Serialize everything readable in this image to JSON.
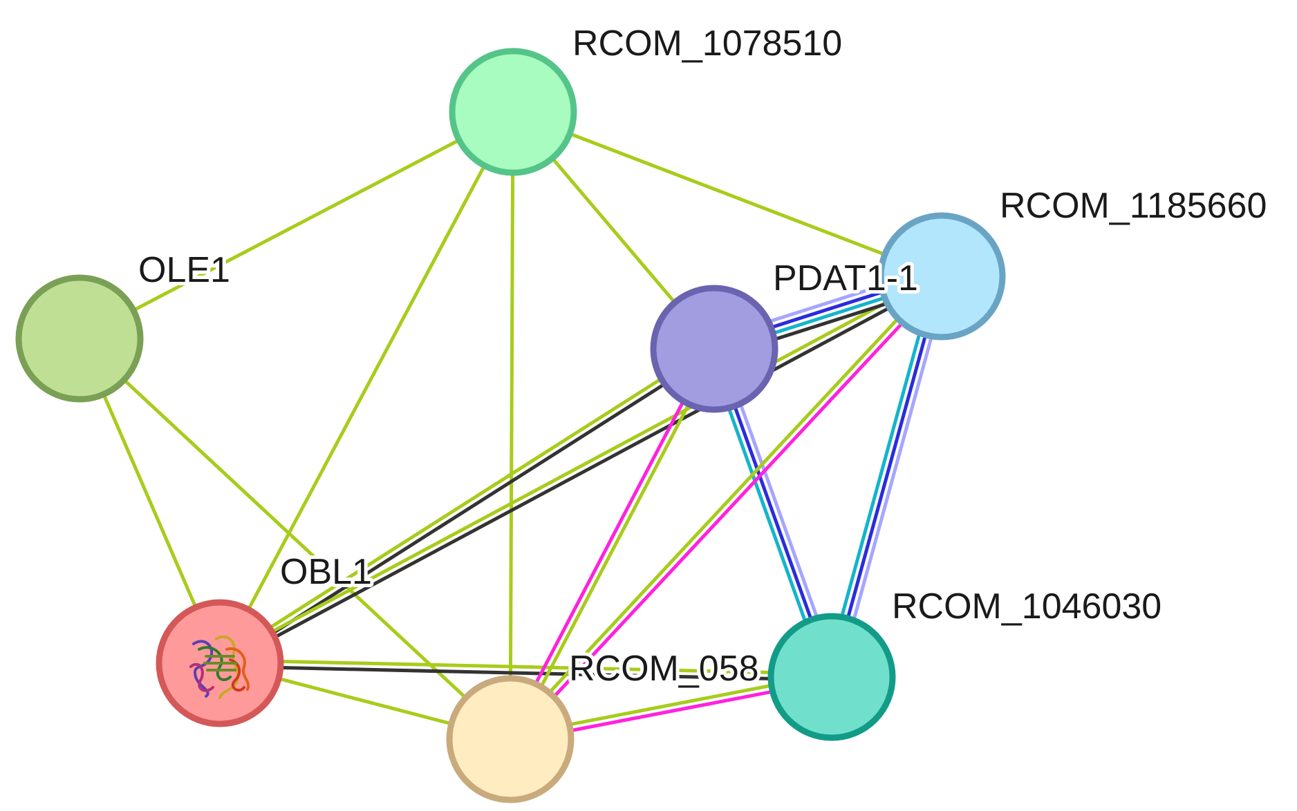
{
  "network": {
    "edge_colors": {
      "textmining": "#a8cc1c",
      "coexpression": "#333333",
      "homology": "#a6a6ff",
      "experiment": "#2b2bdd",
      "database": "#14b4cc",
      "cooccurrence": "#ff22dd"
    },
    "nodes": [
      {
        "id": "RCOM_1078510",
        "label": "RCOM_1078510",
        "fill": "#a8fcc0",
        "stroke": "#55c488"
      },
      {
        "id": "OLE1",
        "label": "OLE1",
        "fill": "#bfe094",
        "stroke": "#7aa055"
      },
      {
        "id": "PDAT1-1",
        "label": "PDAT1-1",
        "fill": "#a29ce0",
        "stroke": "#6a63b0"
      },
      {
        "id": "RCOM_1185660",
        "label": "RCOM_1185660",
        "fill": "#b2e6fc",
        "stroke": "#6aa4c4"
      },
      {
        "id": "OBL1",
        "label": "OBL1",
        "fill": "#ff9a9a",
        "stroke": "#d45858",
        "icon": "protein-structure-icon"
      },
      {
        "id": "RCOM_058",
        "label": "RCOM_058",
        "fill": "#ffecc0",
        "stroke": "#c8aa7c"
      },
      {
        "id": "RCOM_1046030",
        "label": "RCOM_1046030",
        "fill": "#70e0cc",
        "stroke": "#129c88"
      }
    ],
    "edges": [
      {
        "source": "RCOM_1078510",
        "target": "OLE1",
        "types": [
          "textmining"
        ]
      },
      {
        "source": "RCOM_1078510",
        "target": "OBL1",
        "types": [
          "textmining"
        ]
      },
      {
        "source": "RCOM_1078510",
        "target": "RCOM_058",
        "types": [
          "textmining"
        ]
      },
      {
        "source": "RCOM_1078510",
        "target": "PDAT1-1",
        "types": [
          "textmining"
        ]
      },
      {
        "source": "RCOM_1078510",
        "target": "RCOM_1185660",
        "types": [
          "textmining"
        ]
      },
      {
        "source": "OLE1",
        "target": "OBL1",
        "types": [
          "textmining"
        ]
      },
      {
        "source": "OLE1",
        "target": "RCOM_058",
        "types": [
          "textmining"
        ]
      },
      {
        "source": "OBL1",
        "target": "PDAT1-1",
        "types": [
          "textmining",
          "coexpression"
        ]
      },
      {
        "source": "OBL1",
        "target": "RCOM_1185660",
        "types": [
          "textmining",
          "coexpression"
        ]
      },
      {
        "source": "OBL1",
        "target": "RCOM_058",
        "types": [
          "textmining"
        ]
      },
      {
        "source": "OBL1",
        "target": "RCOM_1046030",
        "types": [
          "textmining",
          "coexpression"
        ]
      },
      {
        "source": "PDAT1-1",
        "target": "RCOM_1185660",
        "types": [
          "homology",
          "experiment",
          "database",
          "coexpression"
        ]
      },
      {
        "source": "PDAT1-1",
        "target": "RCOM_058",
        "types": [
          "textmining",
          "cooccurrence"
        ]
      },
      {
        "source": "PDAT1-1",
        "target": "RCOM_1046030",
        "types": [
          "homology",
          "experiment",
          "database"
        ]
      },
      {
        "source": "RCOM_1185660",
        "target": "RCOM_1046030",
        "types": [
          "homology",
          "experiment",
          "database"
        ]
      },
      {
        "source": "RCOM_1185660",
        "target": "RCOM_058",
        "types": [
          "cooccurrence",
          "textmining"
        ]
      },
      {
        "source": "RCOM_058",
        "target": "RCOM_1046030",
        "types": [
          "textmining",
          "cooccurrence"
        ]
      }
    ]
  }
}
